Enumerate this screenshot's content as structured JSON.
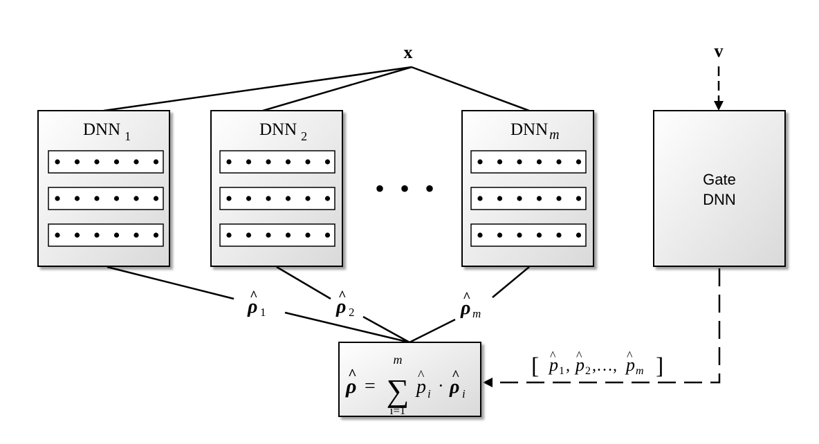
{
  "inputs": {
    "x": "x",
    "v": "v"
  },
  "dnns": [
    {
      "name": "DNN",
      "sub": "1",
      "sub_italic": false,
      "output": {
        "base": "ρ",
        "sub": "1"
      }
    },
    {
      "name": "DNN",
      "sub": "2",
      "sub_italic": false,
      "output": {
        "base": "ρ",
        "sub": "2"
      }
    },
    {
      "name": "DNN",
      "sub": "m",
      "sub_italic": true,
      "output": {
        "base": "ρ",
        "sub": "m"
      }
    }
  ],
  "ellipsis": "• • •",
  "gate": {
    "line1": "Gate",
    "line2": "DNN"
  },
  "gate_output": {
    "open": "[",
    "close": "]",
    "comma1": ",",
    "comma2": ",",
    "dots": ",…,",
    "p": "p",
    "sub1": "1",
    "sub2": "2",
    "subm": "m"
  },
  "combiner": {
    "lhs": "ρ",
    "equals": "=",
    "sigma": "∑",
    "upper": "m",
    "lower": "i=1",
    "p": "p",
    "p_sub": "i",
    "dot": "·",
    "rho": "ρ",
    "rho_sub": "i"
  }
}
